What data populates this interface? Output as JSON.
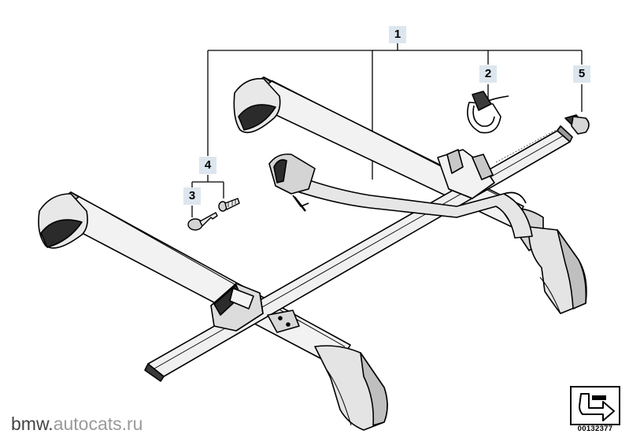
{
  "callouts": {
    "c1": "1",
    "c2": "2",
    "c3": "3",
    "c4": "4",
    "c5": "5"
  },
  "watermark": {
    "prefix": "bmw.",
    "suffix": "autocats.ru"
  },
  "reference": {
    "number": "00132377"
  }
}
